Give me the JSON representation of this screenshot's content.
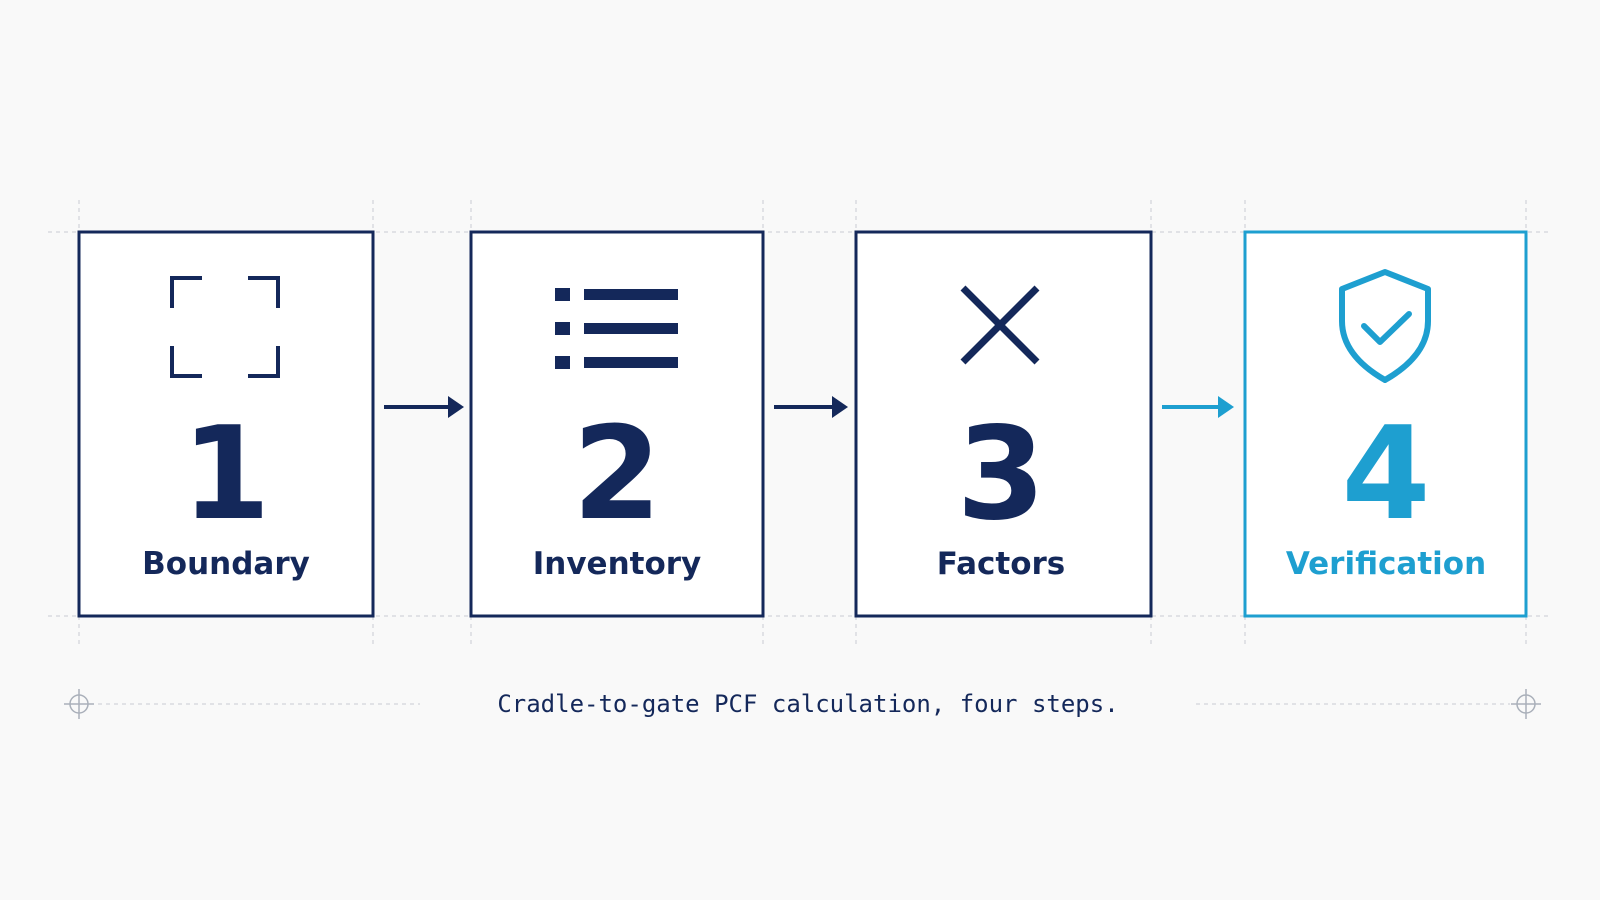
{
  "colors": {
    "primary": "#14285a",
    "accent": "#1e9fd0",
    "background": "#f9f9f9",
    "guides": "#c9ccd2"
  },
  "steps": [
    {
      "number": "1",
      "label": "Boundary",
      "icon": "boundary-corners-icon",
      "style": "primary"
    },
    {
      "number": "2",
      "label": "Inventory",
      "icon": "list-icon",
      "style": "primary"
    },
    {
      "number": "3",
      "label": "Factors",
      "icon": "multiply-icon",
      "style": "primary"
    },
    {
      "number": "4",
      "label": "Verification",
      "icon": "shield-check-icon",
      "style": "accent"
    }
  ],
  "caption": "Cradle-to-gate PCF calculation, four steps."
}
